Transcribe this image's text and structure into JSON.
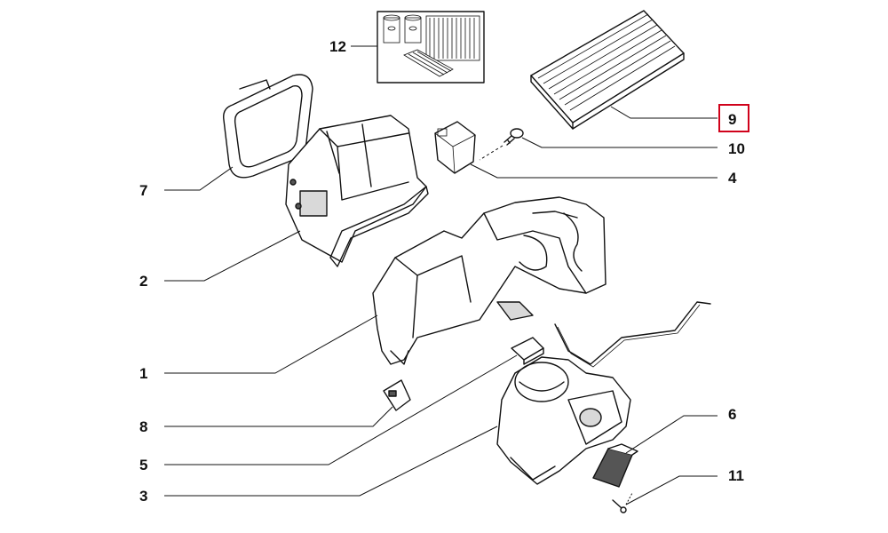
{
  "diagram": {
    "callouts": [
      {
        "id": "12",
        "text": "12"
      },
      {
        "id": "9",
        "text": "9",
        "highlighted": true
      },
      {
        "id": "10",
        "text": "10"
      },
      {
        "id": "4",
        "text": "4"
      },
      {
        "id": "7",
        "text": "7"
      },
      {
        "id": "2",
        "text": "2"
      },
      {
        "id": "1",
        "text": "1"
      },
      {
        "id": "8",
        "text": "8"
      },
      {
        "id": "5",
        "text": "5"
      },
      {
        "id": "3",
        "text": "3"
      },
      {
        "id": "6",
        "text": "6"
      },
      {
        "id": "11",
        "text": "11"
      }
    ],
    "colors": {
      "line": "#111111",
      "highlight": "#d0021b",
      "background": "#ffffff"
    }
  }
}
